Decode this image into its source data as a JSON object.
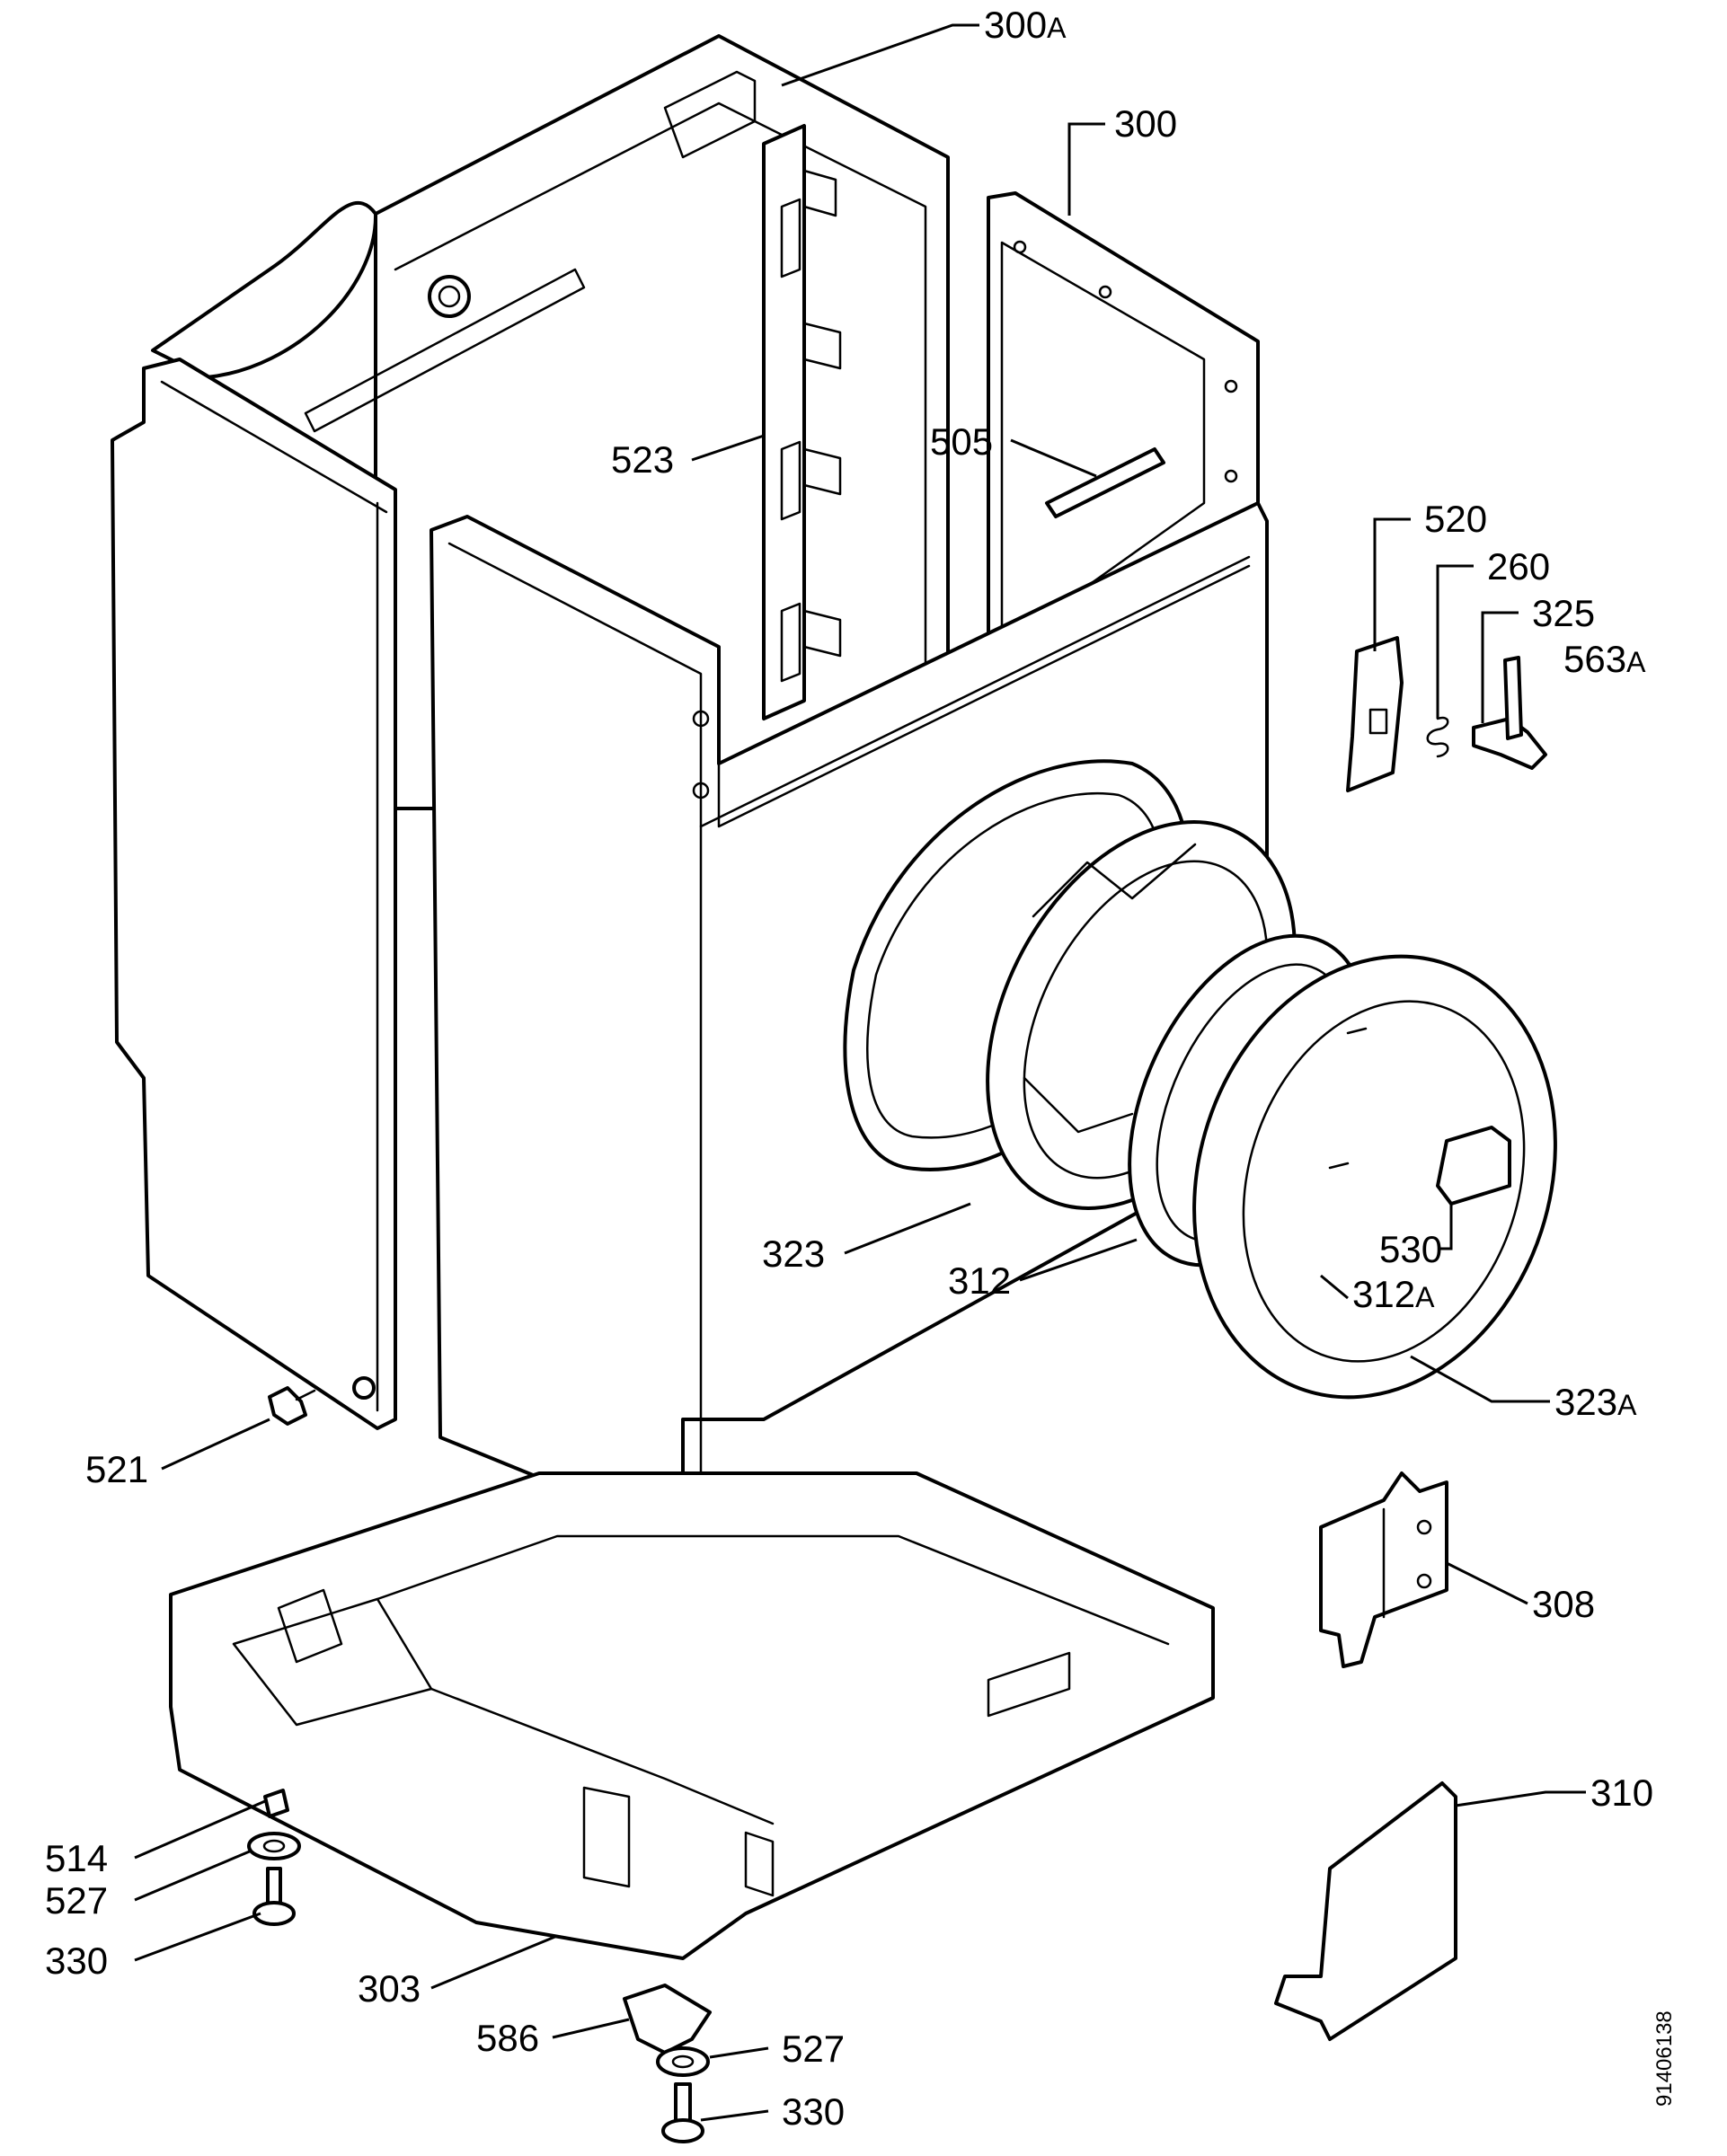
{
  "labels": {
    "p300a": {
      "num": "300",
      "suffix": "A"
    },
    "p300": {
      "num": "300",
      "suffix": ""
    },
    "p523": {
      "num": "523",
      "suffix": ""
    },
    "p505": {
      "num": "505",
      "suffix": ""
    },
    "p520": {
      "num": "520",
      "suffix": ""
    },
    "p260": {
      "num": "260",
      "suffix": ""
    },
    "p325": {
      "num": "325",
      "suffix": ""
    },
    "p563a": {
      "num": "563",
      "suffix": "A"
    },
    "p323": {
      "num": "323",
      "suffix": ""
    },
    "p312": {
      "num": "312",
      "suffix": ""
    },
    "p530": {
      "num": "530",
      "suffix": ""
    },
    "p312a": {
      "num": "312",
      "suffix": "A"
    },
    "p323a": {
      "num": "323",
      "suffix": "A"
    },
    "p521": {
      "num": "521",
      "suffix": ""
    },
    "p308": {
      "num": "308",
      "suffix": ""
    },
    "p310": {
      "num": "310",
      "suffix": ""
    },
    "p514": {
      "num": "514",
      "suffix": ""
    },
    "p527l": {
      "num": "527",
      "suffix": ""
    },
    "p330l": {
      "num": "330",
      "suffix": ""
    },
    "p303": {
      "num": "303",
      "suffix": ""
    },
    "p586": {
      "num": "586",
      "suffix": ""
    },
    "p527b": {
      "num": "527",
      "suffix": ""
    },
    "p330b": {
      "num": "330",
      "suffix": ""
    }
  },
  "doc_number": "91406138"
}
